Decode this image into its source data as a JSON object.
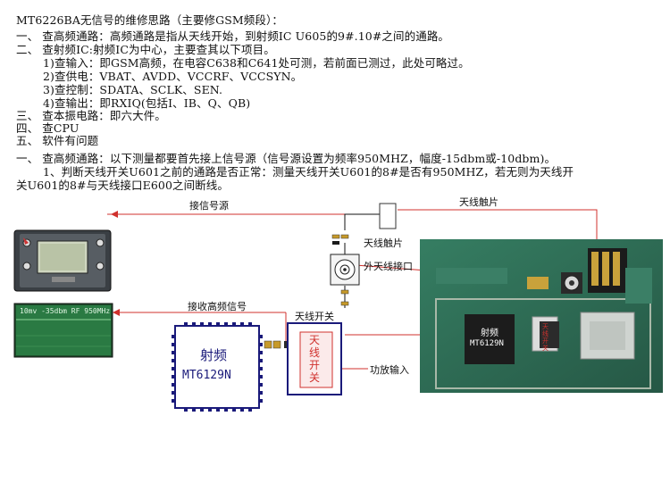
{
  "doc": {
    "title": "MT6226BA无信号的维修思路（主要修GSM频段）：",
    "lines": [
      "一、 查高频通路：高频通路是指从天线开始，到射频IC U605的9#.10#之间的通路。",
      "二、 查射频IC:射频IC为中心，主要查其以下项目。",
      "1)查输入：即GSM高频，在电容C638和C641处可测，若前面已测过，此处可略过。",
      "2)查供电：VBAT、AVDD、VCCRF、VCCSYN。",
      "3)查控制：SDATA、SCLK、SEN.",
      "4)查输出：即RXIQ(包括I、IB、Q、QB)",
      "三、 查本振电路：即六大件。",
      "四、 查CPU",
      "五、 软件有问题"
    ],
    "section": "一、 查高频通路：以下测量都要首先接上信号源（信号源设置为频率950MHZ，幅度-15dbm或-10dbm)。",
    "step1_a": "1、判断天线开关U601之前的通路是否正常：测量天线开关U601的8#是否有950MHZ，若无则为天线开",
    "step1_b": "关U601的8#与天线接口E600之间断线。"
  },
  "diagram": {
    "signal_source": "接信号源",
    "antenna_contact_top": "天线触片",
    "antenna_contact": "天线触片",
    "external_antenna_port": "外天线接口",
    "receive_rf": "接收高频信号",
    "antenna_switch": "天线开关",
    "rf_chip_label": "射频",
    "rf_chip_model": "MT6129N",
    "switch_chip_text": "天线开关",
    "pa_input": "功放输入",
    "board_chip_label": "射频",
    "board_chip_model": "MT6129N",
    "board_switch_text": "天线开关",
    "analyzer_readout": "10mv  -35dbm RF 950MHz"
  },
  "colors": {
    "red": "#d0312d",
    "board_green": "#2f6b55",
    "chip_navy": "#1a1a7a"
  }
}
